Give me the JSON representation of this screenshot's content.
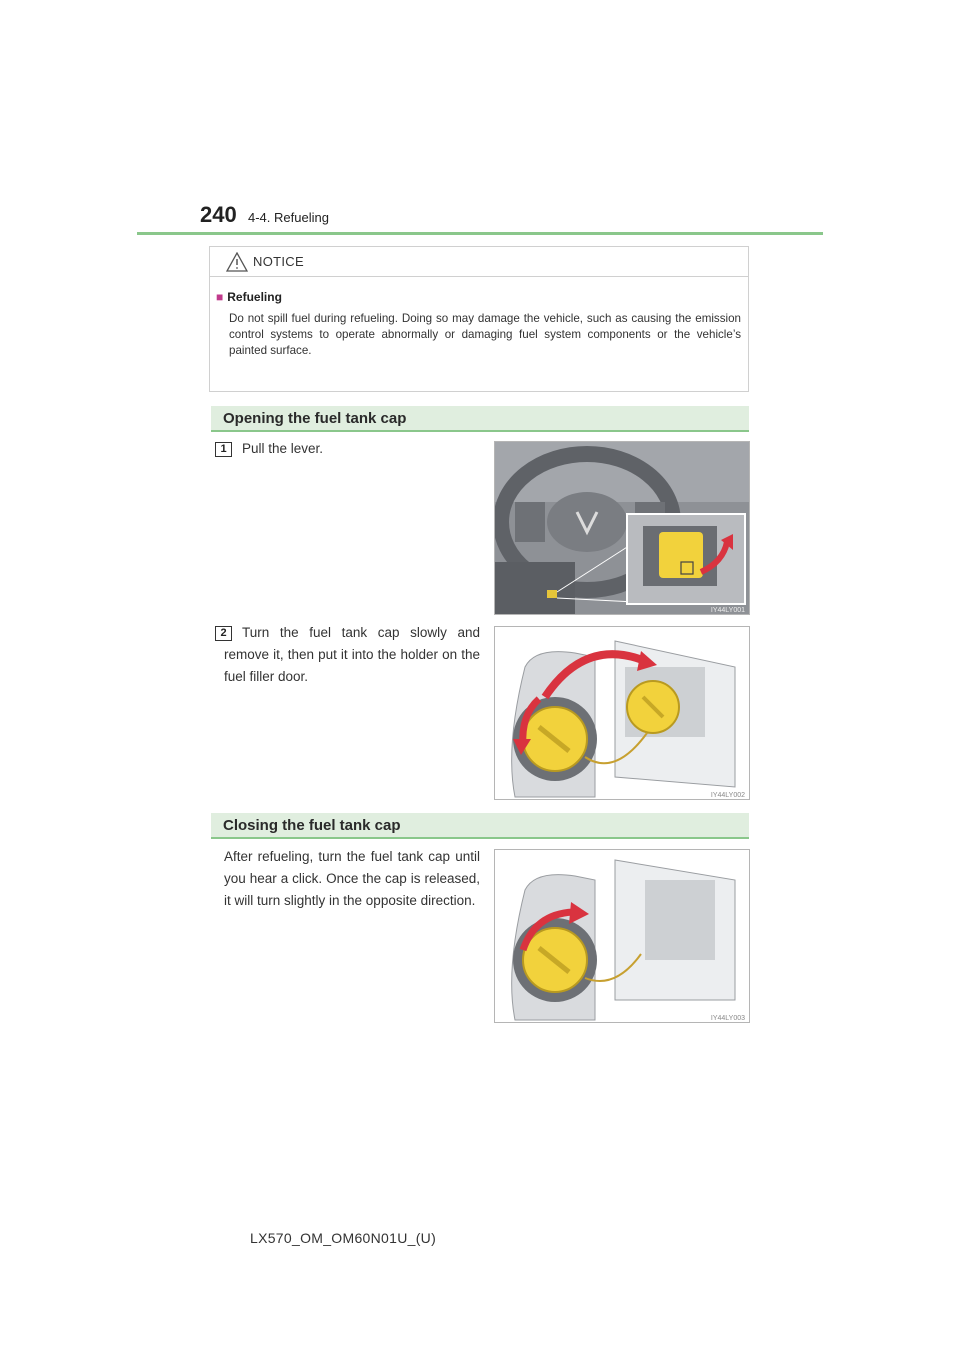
{
  "header": {
    "page_number": "240",
    "section": "4-4. Refueling"
  },
  "notice": {
    "icon": "warning-triangle-icon",
    "title": "NOTICE",
    "subheading": "Refueling",
    "body": "Do not spill fuel during refueling. Doing so may damage the vehicle, such as causing the emission control systems to operate abnormally or damaging fuel system components or the vehicle’s painted surface."
  },
  "opening": {
    "heading": "Opening the fuel tank cap",
    "steps": [
      {
        "number": "1",
        "text": "Pull the lever.",
        "figure_code": "IY44LY001"
      },
      {
        "number": "2",
        "text": "Turn the fuel tank cap slowly and remove it, then put it into the holder on the fuel filler door.",
        "figure_code": "IY44LY002"
      }
    ]
  },
  "closing": {
    "heading": "Closing the fuel tank cap",
    "text": "After refueling, turn the fuel tank cap until you hear a click. Once the cap is released, it will turn slightly in the opposite direction.",
    "figure_code": "IY44LY003"
  },
  "footer": {
    "code": "LX570_OM_OM60N01U_(U)"
  },
  "colors": {
    "accent_green": "#8ac78b",
    "heading_bg": "#e0eedf",
    "arrow_red": "#d9333f",
    "cap_yellow": "#f2d23c"
  }
}
